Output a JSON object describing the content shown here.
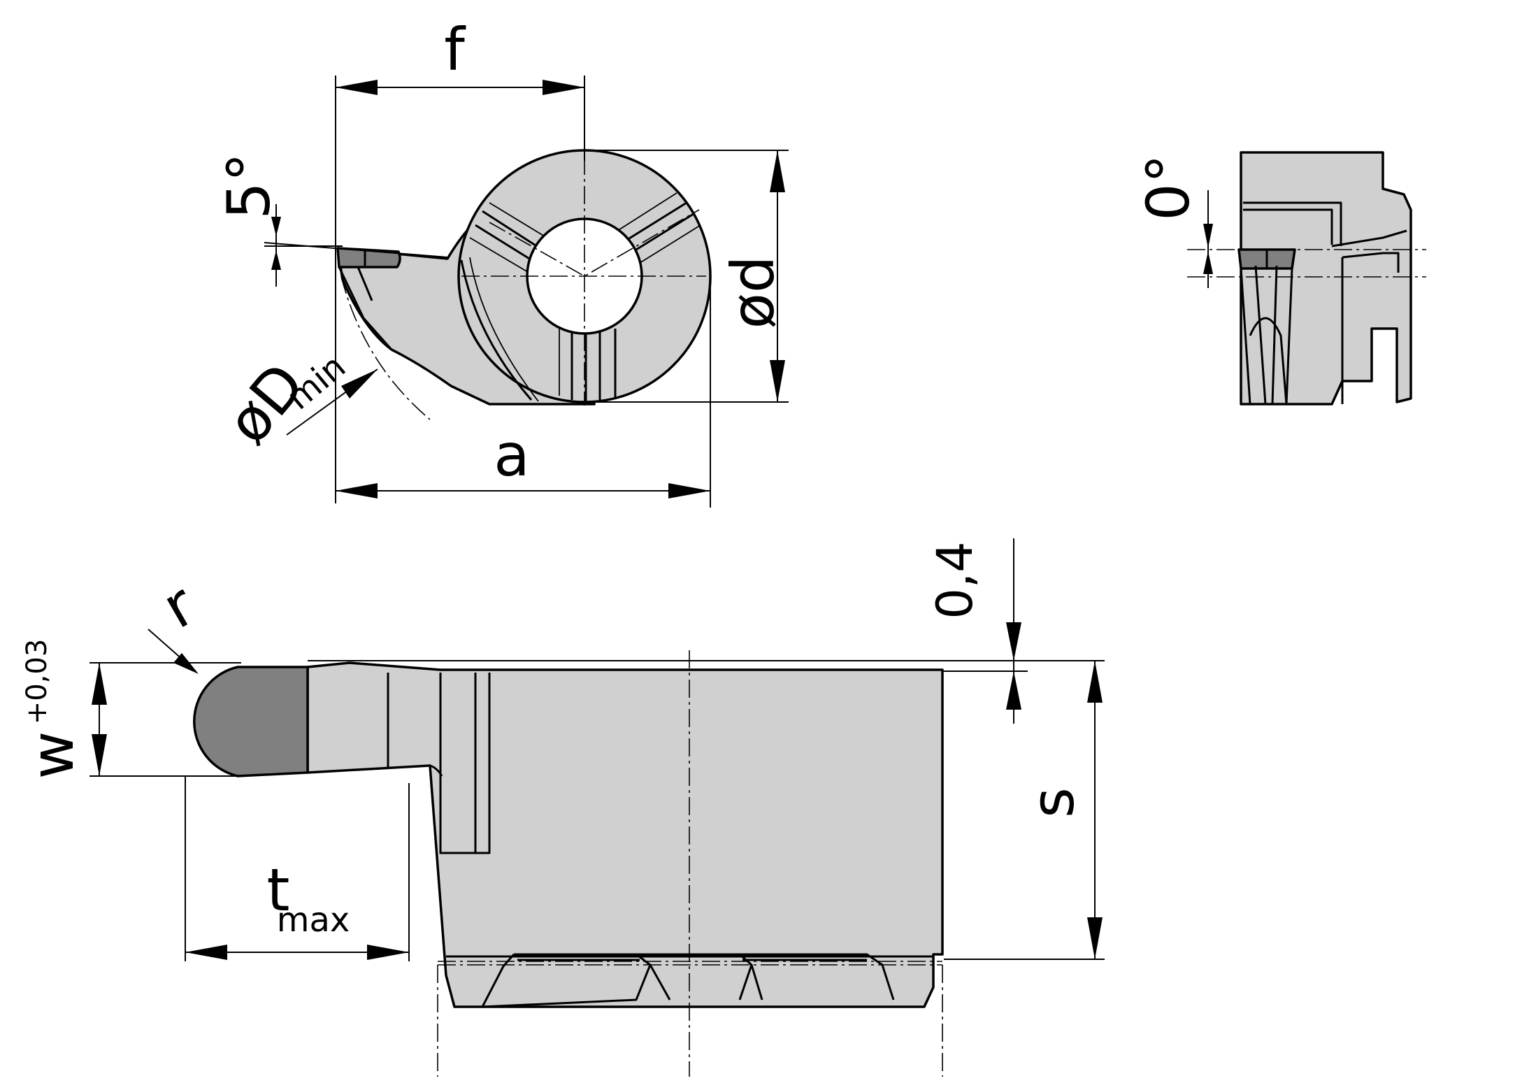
{
  "labels": {
    "f": "f",
    "a": "a",
    "d_bore": "ød",
    "d_min_main": "øD",
    "d_min_sub": "min",
    "angle_top": "5°",
    "angle_side": "0°",
    "r": "r",
    "w_main": "w",
    "w_sup": "+0,03",
    "t_main": "t",
    "t_sub": "max",
    "s": "s",
    "offset": "0,4"
  },
  "colors": {
    "body": "#d0d0d0",
    "cutting_tip": "#808080",
    "line": "#000000",
    "background": "#ffffff"
  }
}
